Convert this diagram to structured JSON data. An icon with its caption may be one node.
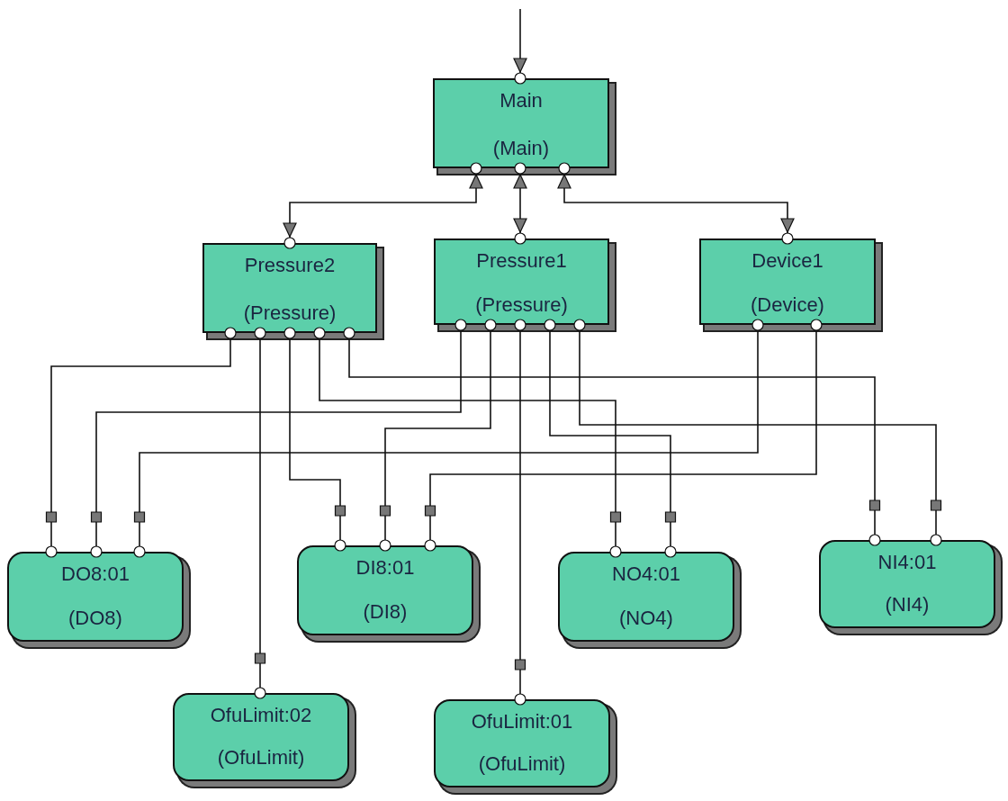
{
  "diagram": {
    "nodes": [
      {
        "text": [
          "Main",
          "(Main)"
        ]
      },
      {
        "text": [
          "Pressure2",
          "(Pressure)"
        ]
      },
      {
        "text": [
          "Pressure1",
          "(Pressure)"
        ]
      },
      {
        "text": [
          "Device1",
          "(Device)"
        ]
      },
      {
        "text": [
          "DO8:01",
          "(DO8)"
        ]
      },
      {
        "text": [
          "DI8:01",
          "(DI8)"
        ]
      },
      {
        "text": [
          "NO4:01",
          "(NO4)"
        ]
      },
      {
        "text": [
          "NI4:01",
          "(NI4)"
        ]
      },
      {
        "text": [
          "OfuLimit:02",
          "(OfuLimit)"
        ]
      },
      {
        "text": [
          "OfuLimit:01",
          "(OfuLimit)"
        ]
      }
    ],
    "edges": [
      {
        "from": null,
        "to": 0,
        "arrow": "to"
      },
      {
        "from": 0,
        "to": 1,
        "arrow": "both"
      },
      {
        "from": 0,
        "to": 2,
        "arrow": "both"
      },
      {
        "from": 0,
        "to": 3,
        "arrow": "both"
      },
      {
        "from": 1,
        "to": 4,
        "arrow": "other"
      },
      {
        "from": 1,
        "to": 8,
        "arrow": "other"
      },
      {
        "from": 1,
        "to": 5,
        "arrow": "other"
      },
      {
        "from": 1,
        "to": 6,
        "arrow": "other"
      },
      {
        "from": 1,
        "to": 7,
        "arrow": "other"
      },
      {
        "from": 2,
        "to": 4,
        "arrow": "other"
      },
      {
        "from": 2,
        "to": 5,
        "arrow": "other"
      },
      {
        "from": 2,
        "to": 9,
        "arrow": "other"
      },
      {
        "from": 2,
        "to": 6,
        "arrow": "other"
      },
      {
        "from": 2,
        "to": 7,
        "arrow": "other"
      },
      {
        "from": 3,
        "to": 4,
        "arrow": "other"
      },
      {
        "from": 3,
        "to": 5,
        "arrow": "other"
      }
    ]
  }
}
